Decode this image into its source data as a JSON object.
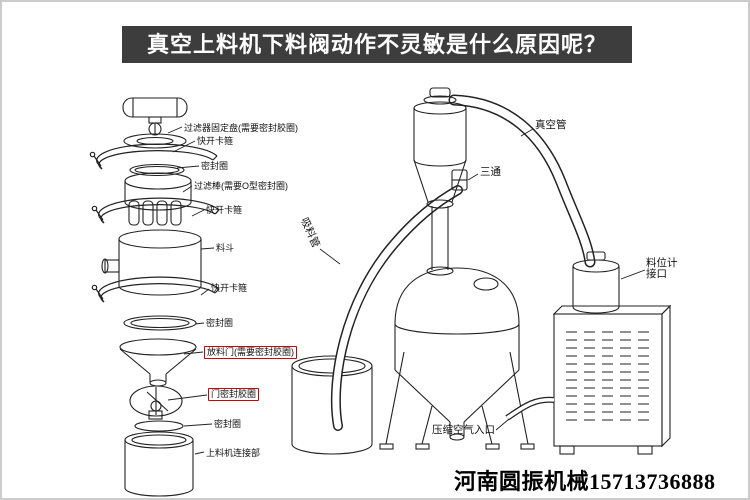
{
  "banner": {
    "title": "真空上料机下料阀动作不灵敏是什么原因呢？"
  },
  "footer": {
    "text": "河南圆振机械15713736888"
  },
  "colors": {
    "ink": "#222222",
    "banner_bg": "#3d3d3d",
    "highlight": "#cc0000"
  },
  "left_diagram": {
    "description": "exploded view of vacuum feeder components",
    "labels": [
      {
        "id": "filter-plate",
        "text": "过滤器固定盘(需要密封胶圈)",
        "highlighted": false
      },
      {
        "id": "clamp-top",
        "text": "快开卡箍",
        "highlighted": false
      },
      {
        "id": "seal-ring-1",
        "text": "密封圈",
        "highlighted": false
      },
      {
        "id": "filter-rod",
        "text": "过滤棒(需要O型密封圈)",
        "highlighted": false
      },
      {
        "id": "clamp-mid",
        "text": "快开卡箍",
        "highlighted": false
      },
      {
        "id": "hopper",
        "text": "料斗",
        "highlighted": false
      },
      {
        "id": "clamp-low",
        "text": "快开卡箍",
        "highlighted": false
      },
      {
        "id": "seal-ring-2",
        "text": "密封圈",
        "highlighted": false
      },
      {
        "id": "discharge-door",
        "text": "放料门(需要密封胶圈)",
        "highlighted": true
      },
      {
        "id": "door-seal",
        "text": "门密封胶圈",
        "highlighted": true
      },
      {
        "id": "seal-ring-3",
        "text": "密封圈",
        "highlighted": false
      },
      {
        "id": "feeder-connector",
        "text": "上料机连接部",
        "highlighted": false
      }
    ]
  },
  "right_diagram": {
    "description": "assembled vacuum conveying system",
    "labels": [
      {
        "id": "vacuum-pipe",
        "text": "真空管"
      },
      {
        "id": "tee-joint",
        "text": "三通"
      },
      {
        "id": "suction-pipe",
        "text": "吸料管"
      },
      {
        "id": "level-gauge-port",
        "text": "料位计接口"
      },
      {
        "id": "air-inlet",
        "text": "压缩空气入口"
      }
    ]
  }
}
